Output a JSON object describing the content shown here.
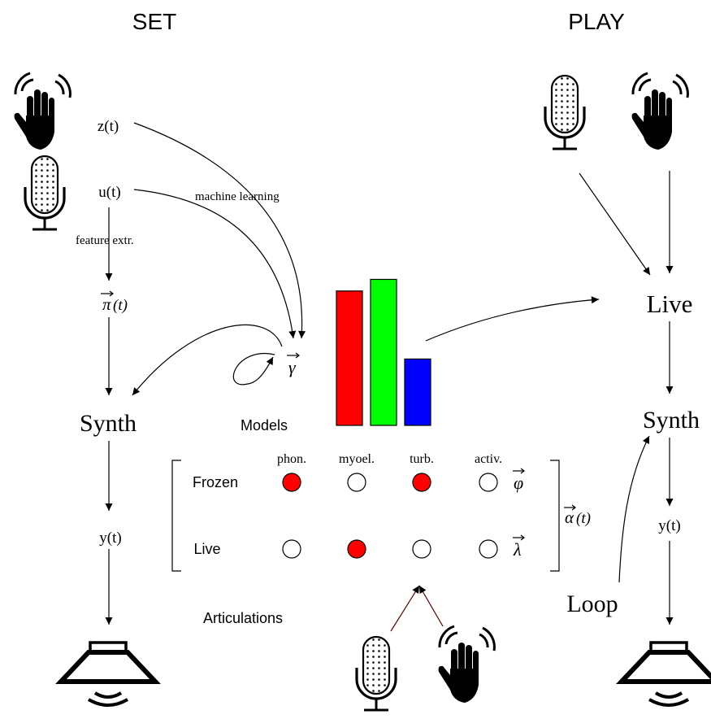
{
  "headers": {
    "set": "SET",
    "play": "PLAY"
  },
  "set_side": {
    "z_label": "z(t)",
    "u_label": "u(t)",
    "feature_extraction": "feature extr.",
    "machine_learning": "machine learning",
    "pi_label": "π",
    "pi_suffix": "(t)",
    "synth": "Synth",
    "y_label": "y(t)",
    "gamma_label": "γ",
    "models_label": "Models"
  },
  "play_side": {
    "live": "Live",
    "synth": "Synth",
    "y_label": "y(t)",
    "loop": "Loop"
  },
  "articulations": {
    "title": "Articulations",
    "columns": [
      "phon.",
      "myoel.",
      "turb.",
      "activ."
    ],
    "rows": [
      {
        "label": "Frozen",
        "symbol": "φ",
        "states": [
          true,
          false,
          true,
          false
        ]
      },
      {
        "label": "Live",
        "symbol": "λ",
        "states": [
          false,
          true,
          false,
          false
        ]
      }
    ],
    "alpha_label": "α",
    "alpha_suffix": "(t)",
    "active_color": "#ff0000"
  },
  "bar_colors": [
    "#ff0000",
    "#00ff00",
    "#0000ff"
  ],
  "bar_levels": [
    0.81,
    0.88,
    0.4
  ]
}
